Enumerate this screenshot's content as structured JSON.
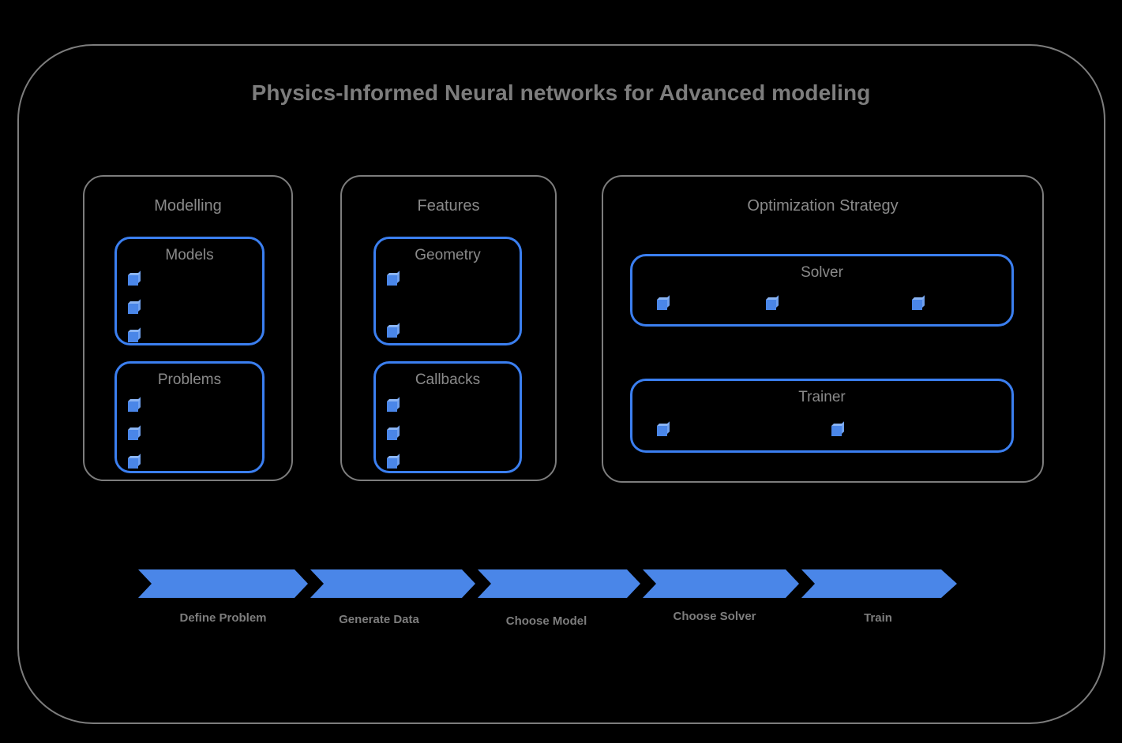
{
  "diagram": {
    "title": "Physics-Informed Neural networks for Advanced modeling",
    "colors": {
      "background": "#000000",
      "frame_border": "#7d7d7d",
      "group_border": "#7d7d7d",
      "inner_box_border": "#3b7ff0",
      "accent_blue": "#4a86e8",
      "text_gray": "#7d7d7d",
      "label_gray": "#8a8a8a"
    },
    "groups": [
      {
        "label": "Modelling",
        "boxes": [
          {
            "label": "Models",
            "bullet_count": 3,
            "bullet_layout": "vertical"
          },
          {
            "label": "Problems",
            "bullet_count": 3,
            "bullet_layout": "vertical"
          }
        ]
      },
      {
        "label": "Features",
        "boxes": [
          {
            "label": "Geometry",
            "bullet_count": 2,
            "bullet_layout": "vertical"
          },
          {
            "label": "Callbacks",
            "bullet_count": 3,
            "bullet_layout": "vertical"
          }
        ]
      },
      {
        "label": "Optimization Strategy",
        "boxes": [
          {
            "label": "Solver",
            "bullet_count": 3,
            "bullet_layout": "horizontal"
          },
          {
            "label": "Trainer",
            "bullet_count": 2,
            "bullet_layout": "horizontal"
          }
        ]
      }
    ],
    "pipeline": {
      "steps": [
        {
          "label": "Define Problem"
        },
        {
          "label": "Generate Data"
        },
        {
          "label": "Choose Model"
        },
        {
          "label": "Choose Solver"
        },
        {
          "label": "Train"
        }
      ]
    }
  }
}
